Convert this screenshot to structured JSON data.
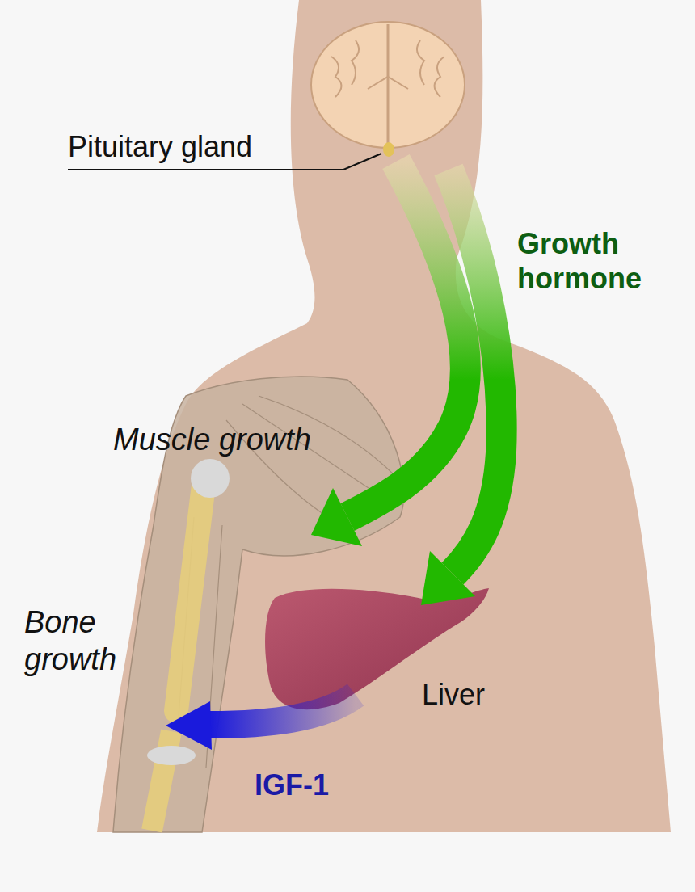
{
  "diagram": {
    "labels": [
      "Pituitary gland",
      "Growth hormone",
      "Muscle growth",
      "Bone growth",
      "Liver",
      "IGF-1"
    ]
  }
}
